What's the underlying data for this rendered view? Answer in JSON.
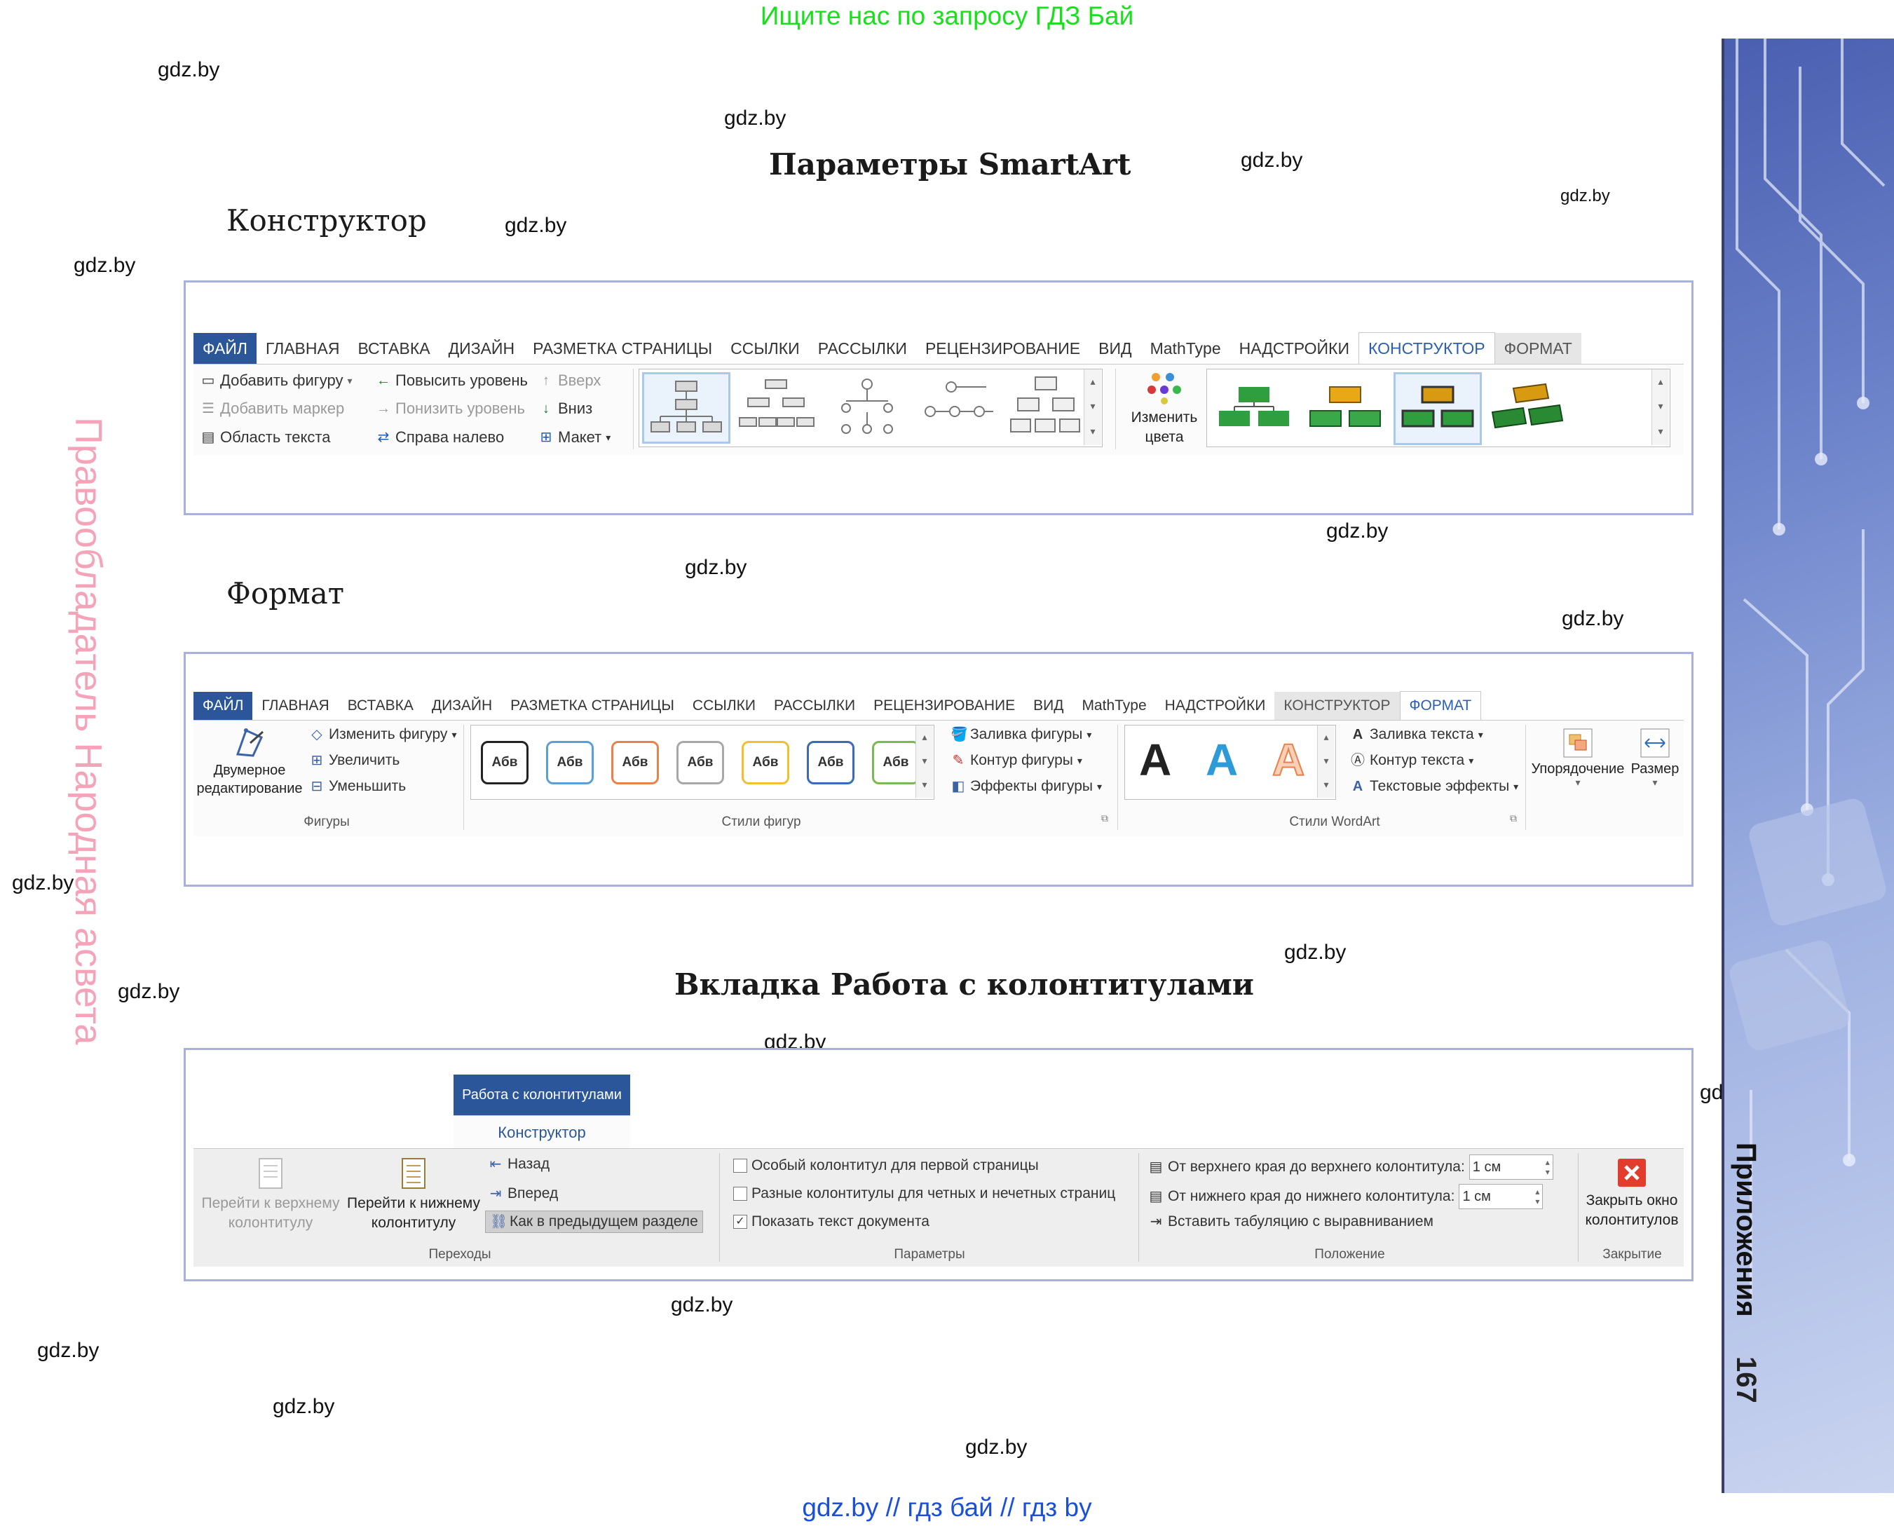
{
  "banner_top": "Ищите нас по запросу ГДЗ Бай",
  "banner_bottom": "gdz.by  //  гдз бай  //  гдз by",
  "watermark": "gdz.by",
  "vertical_text": "Правообладатель Народная асвета",
  "sidebar": {
    "section": "Приложения",
    "page": "167"
  },
  "headings": {
    "smartart": "Параметры SmartArt",
    "designer": "Конструктор",
    "format": "Формат",
    "headers": "Вкладка Работа с колонтитулами"
  },
  "ribbon1": {
    "tabs": [
      "ФАЙЛ",
      "ГЛАВНАЯ",
      "ВСТАВКА",
      "ДИЗАЙН",
      "РАЗМЕТКА СТРАНИЦЫ",
      "ССЫЛКИ",
      "РАССЫЛКИ",
      "РЕЦЕНЗИРОВАНИЕ",
      "ВИД",
      "MathType",
      "НАДСТРОЙКИ",
      "КОНСТРУКТОР",
      "ФОРМАТ"
    ],
    "create": {
      "add_shape": "Добавить фигуру",
      "add_bullet": "Добавить маркер",
      "text_pane": "Область текста",
      "promote": "Повысить уровень",
      "demote": "Понизить уровень",
      "rtl": "Справа налево",
      "up": "Вверх",
      "down": "Вниз",
      "layout": "Макет"
    },
    "change_colors": "Изменить цвета"
  },
  "ribbon2": {
    "tabs": [
      "ФАЙЛ",
      "ГЛАВНАЯ",
      "ВСТАВКА",
      "ДИЗАЙН",
      "РАЗМЕТКА СТРАНИЦЫ",
      "ССЫЛКИ",
      "РАССЫЛКИ",
      "РЕЦЕНЗИРОВАНИЕ",
      "ВИД",
      "MathType",
      "НАДСТРОЙКИ",
      "КОНСТРУКТОР",
      "ФОРМАТ"
    ],
    "edit_2d": "Двумерное редактирование",
    "change_shape": "Изменить фигуру",
    "larger": "Увеличить",
    "smaller": "Уменьшить",
    "group_shapes": "Фигуры",
    "style_label": "Абв",
    "shape_fill": "Заливка фигуры",
    "shape_outline": "Контур фигуры",
    "shape_effects": "Эффекты фигуры",
    "group_styles": "Стили фигур",
    "wordart_letter": "A",
    "text_fill": "Заливка текста",
    "text_outline": "Контур текста",
    "text_effects": "Текстовые эффекты",
    "group_wordart": "Стили WordArt",
    "arrange": "Упорядочение",
    "size": "Размер"
  },
  "ribbon3": {
    "context_title": "Работа с колонтитулами",
    "context_tab": "Конструктор",
    "goto_header": "Перейти к верхнему колонтитулу",
    "goto_footer": "Перейти к нижнему колонтитулу",
    "previous": "Назад",
    "next": "Вперед",
    "link_previous": "Как в предыдущем разделе",
    "group_nav": "Переходы",
    "diff_first": "Особый колонтитул для первой страницы",
    "diff_odd_even": "Разные колонтитулы для четных и нечетных страниц",
    "show_text": "Показать текст документа",
    "group_options": "Параметры",
    "header_top": "От верхнего края до верхнего колонтитула:",
    "footer_bottom": "От нижнего края до нижнего колонтитула:",
    "header_top_value": "1 см",
    "footer_bottom_value": "1 см",
    "insert_tab": "Вставить табуляцию с выравниванием",
    "group_position": "Положение",
    "close": "Закрыть окно колонтитулов",
    "group_close": "Закрытие"
  },
  "colors": {
    "accent": "#2b579a",
    "banner_green": "#19e01c",
    "banner_blue": "#1a4fd8",
    "pink": "#f5a3b8"
  }
}
